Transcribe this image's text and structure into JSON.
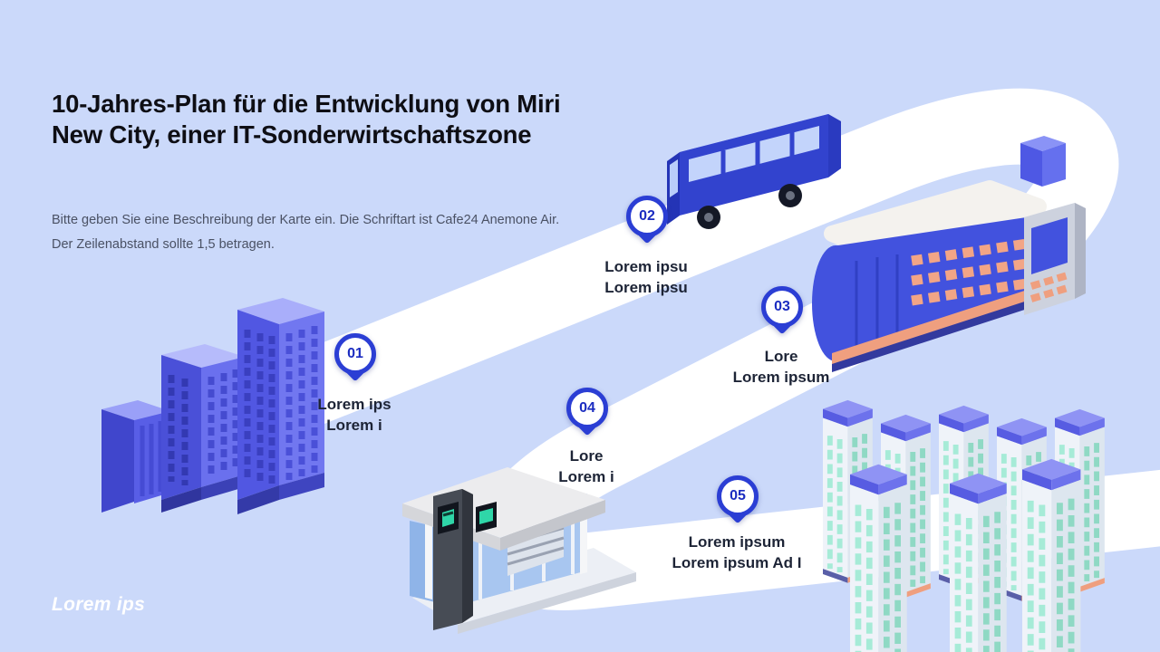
{
  "header": {
    "title_line1": "10-Jahres-Plan für die Entwicklung von Miri",
    "title_line2": "New City, einer IT-Sonderwirtschaftszone",
    "description_line1": "Bitte geben Sie eine Beschreibung der Karte ein. Die Schriftart ist Cafe24 Anemone Air.",
    "description_line2": "Der Zeilenabstand sollte 1,5 betragen."
  },
  "watermark": "Lorem ips",
  "pins": [
    {
      "number": "01",
      "label_line1": "Lorem ips",
      "label_line2": "Lorem i"
    },
    {
      "number": "02",
      "label_line1": "Lorem ipsu",
      "label_line2": "Lorem ipsu"
    },
    {
      "number": "03",
      "label_line1": "Lore",
      "label_line2": "Lorem ipsum"
    },
    {
      "number": "04",
      "label_line1": "Lore",
      "label_line2": "Lorem i"
    },
    {
      "number": "05",
      "label_line1": "Lorem ipsum",
      "label_line2": "Lorem ipsum Ad I"
    }
  ],
  "colors": {
    "background": "#cbd9fa",
    "road": "#ffffff",
    "pin_blue": "#2b3ed4",
    "building_purple": "#5157e2",
    "bus_blue": "#3243ce",
    "it_building_blue": "#4252de",
    "accent_salmon": "#ef9f7f",
    "tower_mint": "#a6ebd7",
    "title_text": "#0e0e14",
    "description_text": "#4a5164",
    "label_text": "#1d2436"
  }
}
